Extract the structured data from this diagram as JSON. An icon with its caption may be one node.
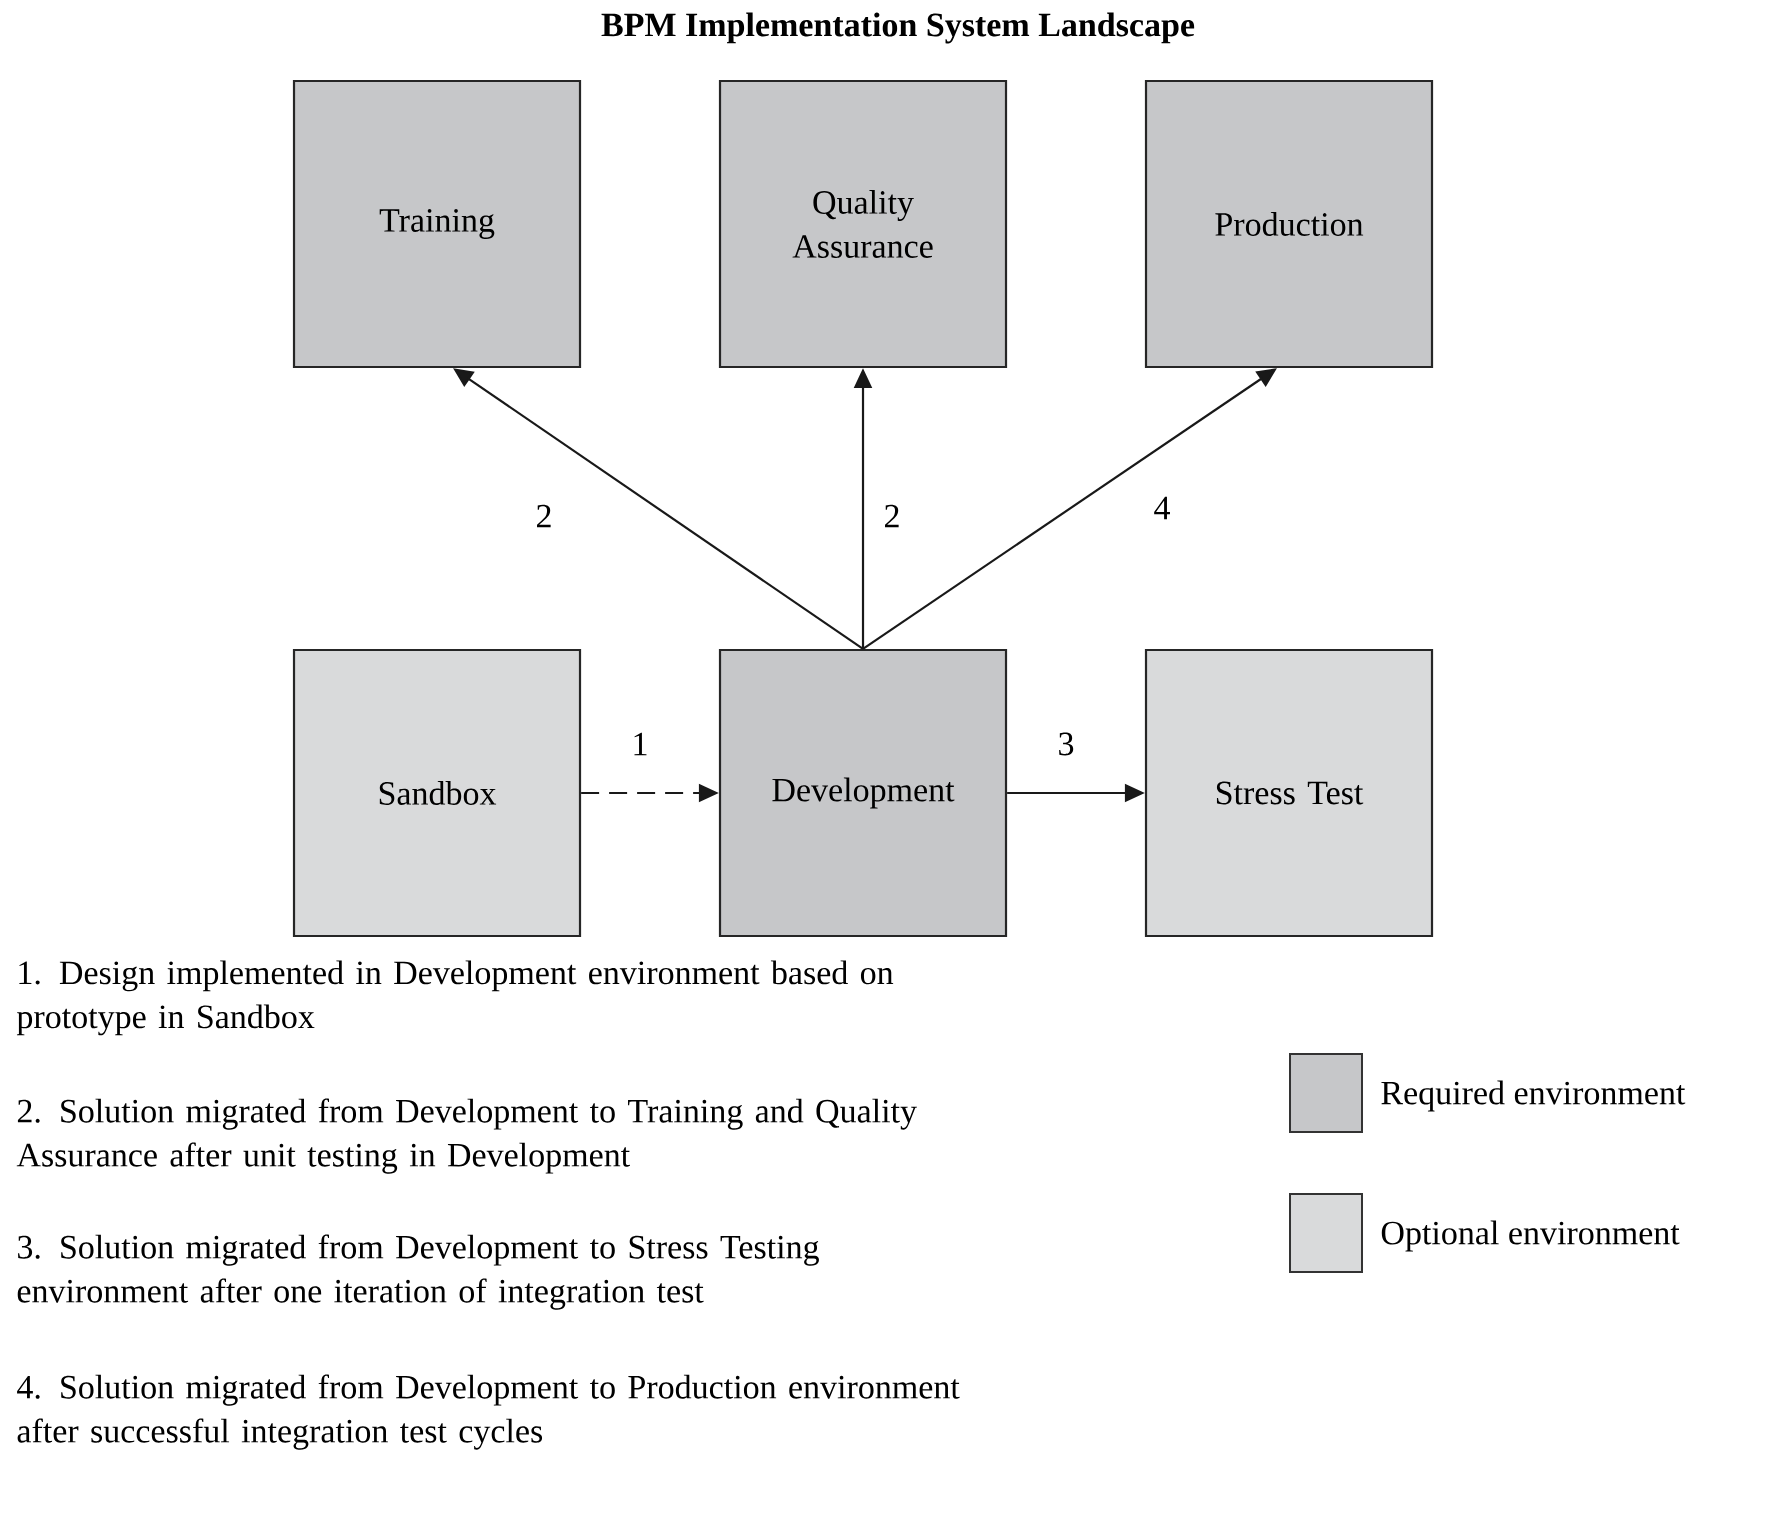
{
  "diagram": {
    "title": "BPM Implementation System Landscape",
    "nodes": [
      {
        "text": [
          "Training"
        ]
      },
      {
        "text": [
          "Quality Assurance"
        ]
      },
      {
        "text": [
          "Production"
        ]
      },
      {
        "text": [
          "Sandbox"
        ]
      },
      {
        "text": [
          "Development"
        ]
      },
      {
        "text": [
          "Stress Test"
        ]
      }
    ],
    "edges": [
      {
        "from": 4,
        "to": 0,
        "arrow": "to",
        "label": "2"
      },
      {
        "from": 4,
        "to": 1,
        "arrow": "to",
        "label": "2"
      },
      {
        "from": 4,
        "to": 2,
        "arrow": "to",
        "label": "4"
      },
      {
        "from": 3,
        "to": 4,
        "arrow": "to",
        "label": "1",
        "style": "dashed"
      },
      {
        "from": 4,
        "to": 5,
        "arrow": "to",
        "label": "3"
      }
    ],
    "labels": [
      "1. Design implemented in Development environment based on prototype in Sandbox",
      "2. Solution migrated from Development to Training and Quality Assurance after unit testing in Development",
      "3. Solution migrated from Development to Stress Testing environment after one iteration of integration test",
      "4. Solution migrated from Development to Production environment after successful integration test cycles"
    ],
    "legend": [
      {
        "text": "Required environment",
        "color": "#c6c7c9"
      },
      {
        "text": "Optional environment",
        "color": "#d9dadb"
      }
    ]
  }
}
